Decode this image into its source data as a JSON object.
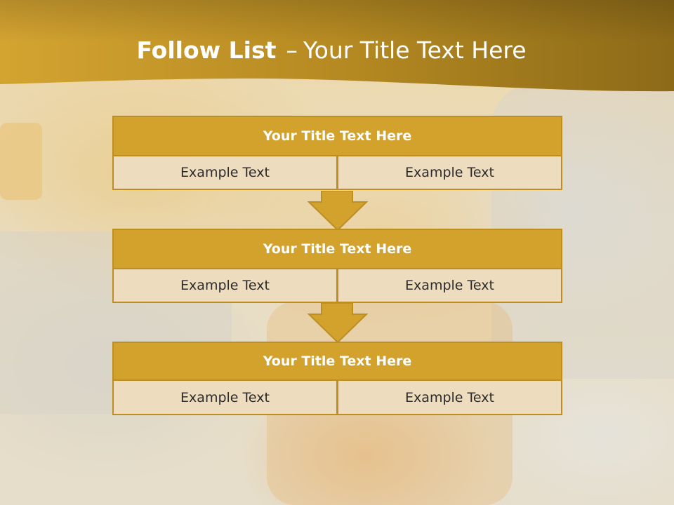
{
  "header": {
    "title_strong": "Follow List",
    "title_dash": "–",
    "title_rest": "Your Title Text Here"
  },
  "steps": [
    {
      "title": "Your Title Text Here",
      "left": "Example Text",
      "right": "Example Text"
    },
    {
      "title": "Your Title Text Here",
      "left": "Example Text",
      "right": "Example Text"
    },
    {
      "title": "Your Title Text Here",
      "left": "Example Text",
      "right": "Example Text"
    }
  ],
  "colors": {
    "header_gold": "#c79a27",
    "title_fill": "#d2a22d",
    "cell_fill": "#eedcbf",
    "border": "#bc8e24",
    "arrow_fill": "#d2a22d"
  }
}
